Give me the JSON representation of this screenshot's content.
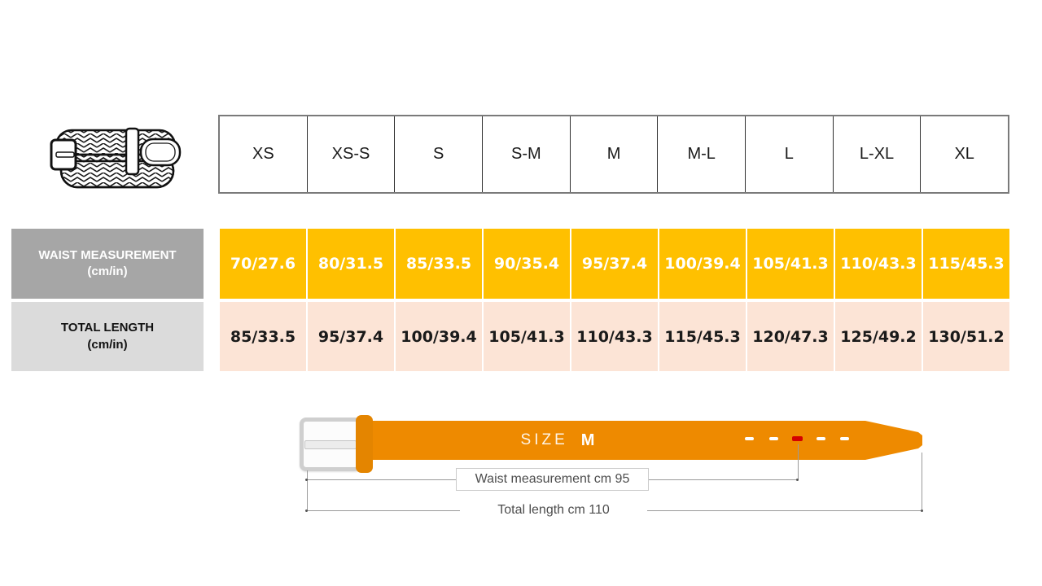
{
  "size_table": {
    "sizes": [
      "XS",
      "XS-S",
      "S",
      "S-M",
      "M",
      "M-L",
      "L",
      "L-XL",
      "XL"
    ]
  },
  "rows": {
    "waist": {
      "label_line1": "WAIST MEASUREMENT",
      "label_line2": "(cm/in)",
      "values": [
        "70/27.6",
        "80/31.5",
        "85/33.5",
        "90/35.4",
        "95/37.4",
        "100/39.4",
        "105/41.3",
        "110/43.3",
        "115/45.3"
      ],
      "bg_color": "#FFC000",
      "text_color": "#FFFFFF",
      "label_bg_color": "#A6A6A6"
    },
    "total_length": {
      "label_line1": "TOTAL LENGTH",
      "label_line2": "(cm/in)",
      "values": [
        "85/33.5",
        "95/37.4",
        "100/39.4",
        "105/41.3",
        "110/43.3",
        "115/45.3",
        "120/47.3",
        "125/49.2",
        "130/51.2"
      ],
      "bg_color": "#FCE4D6",
      "text_color": "#1A1A1A",
      "label_bg_color": "#DBDBDB"
    }
  },
  "diagram": {
    "size_label": "SIZE",
    "size_value": "M",
    "waist_annotation": "Waist measurement cm 95",
    "total_annotation": "Total length cm 110",
    "belt_color": "#EE8A00",
    "keeper_color": "#E48500",
    "marker_hole_color": "#D40000",
    "buckle_color": "#CFCFCF"
  }
}
